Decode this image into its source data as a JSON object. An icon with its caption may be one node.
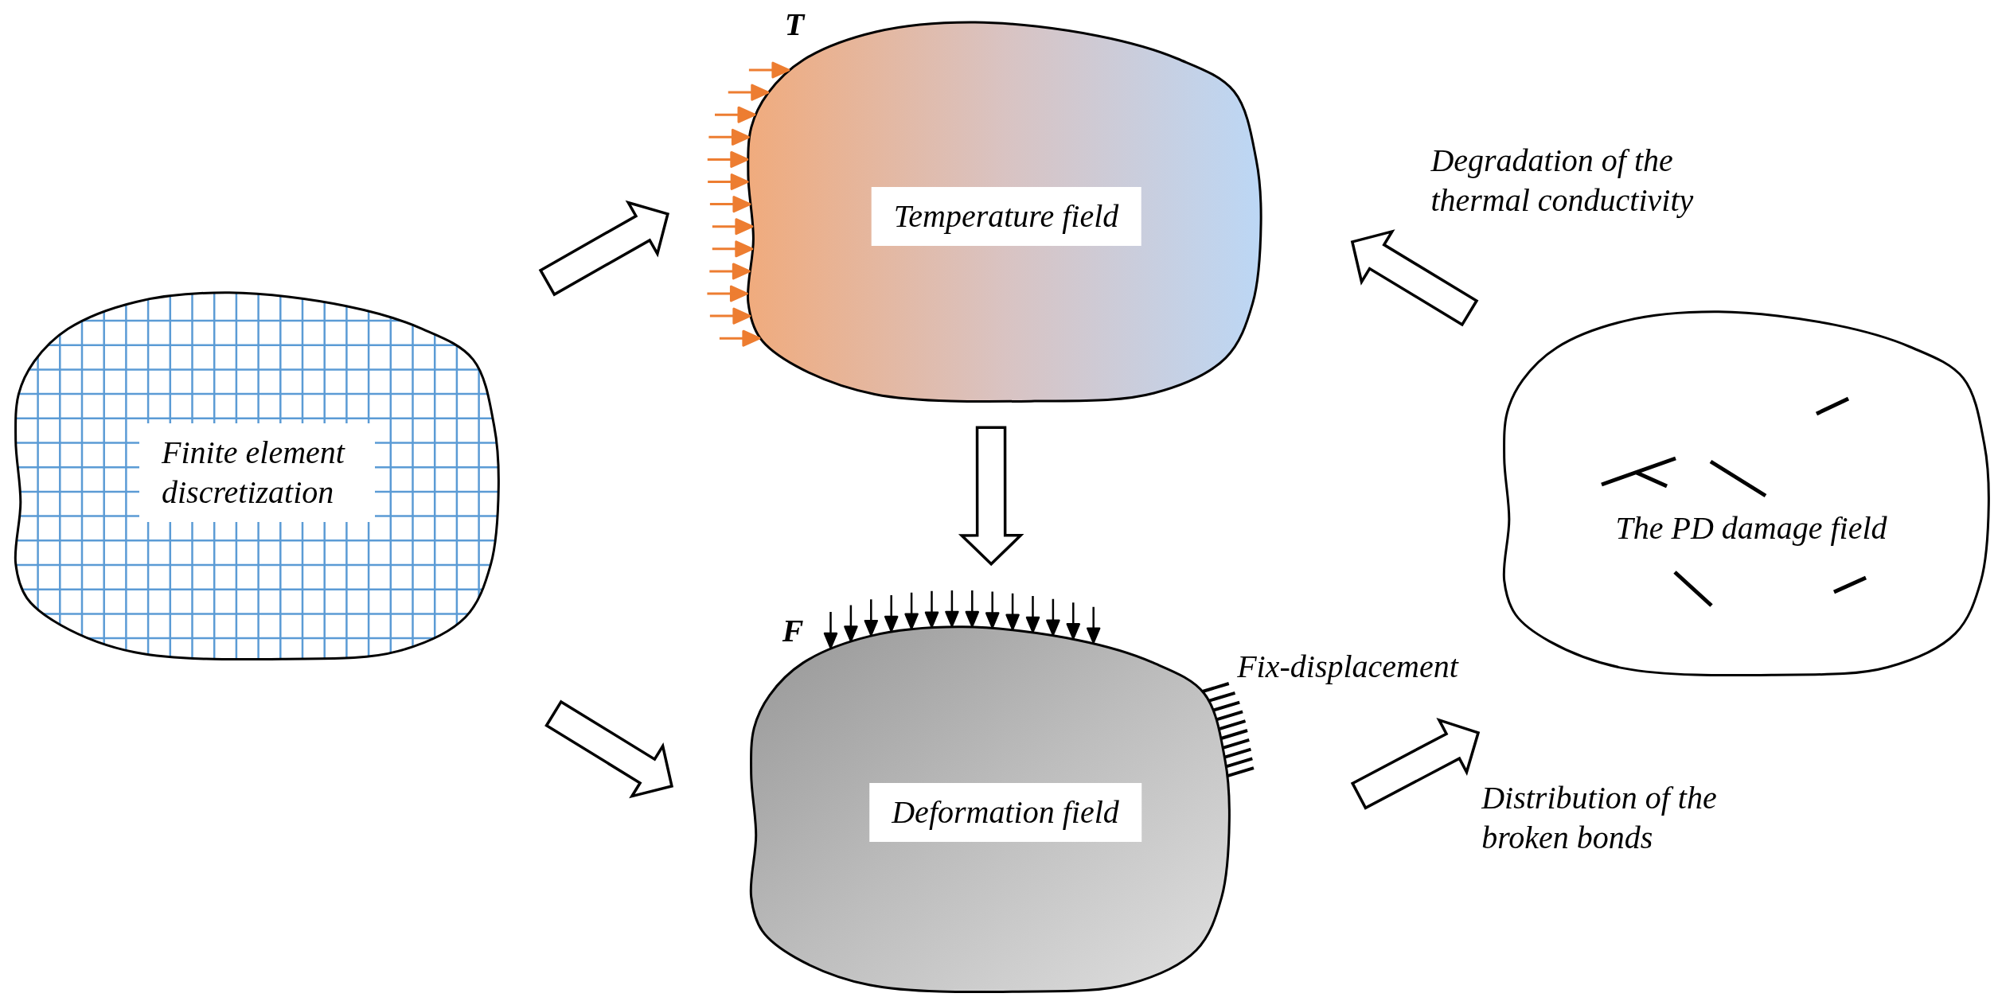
{
  "diagram": {
    "nodes": [
      {
        "text": [
          "Finite element discretization"
        ]
      },
      {
        "text": [
          "Temperature field"
        ]
      },
      {
        "text": [
          "Deformation field"
        ]
      },
      {
        "text": [
          "The PD damage field"
        ]
      }
    ],
    "edges": [
      {
        "from": 0,
        "to": 1,
        "arrow": "to"
      },
      {
        "from": 0,
        "to": 2,
        "arrow": "to"
      },
      {
        "from": 1,
        "to": 2,
        "arrow": "to"
      },
      {
        "from": 2,
        "to": 3,
        "arrow": "to",
        "label": "Distribution of the broken bonds"
      },
      {
        "from": 3,
        "to": 1,
        "arrow": "to",
        "label": "Degradation of the thermal conductivity"
      }
    ],
    "labels": [
      "T",
      "F",
      "Fix-displacement"
    ]
  }
}
